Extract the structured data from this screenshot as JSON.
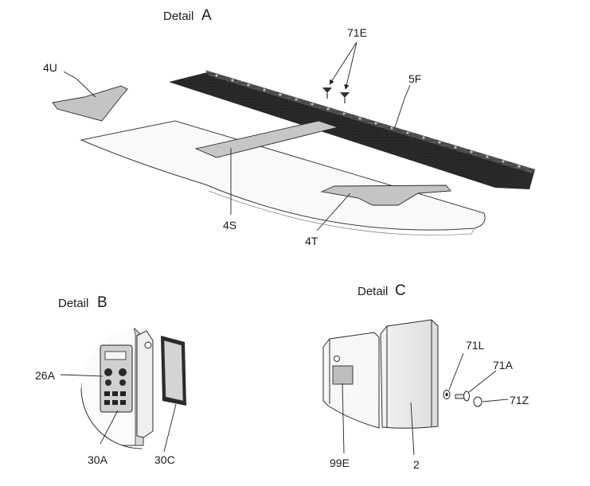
{
  "details": [
    {
      "word": "Detail",
      "letter": "A"
    },
    {
      "word": "Detail",
      "letter": "B"
    },
    {
      "word": "Detail",
      "letter": "C"
    }
  ],
  "callouts": {
    "c71E": "71E",
    "c4U": "4U",
    "c5F": "5F",
    "c4S": "4S",
    "c4T": "4T",
    "c26A": "26A",
    "c30A": "30A",
    "c30C": "30C",
    "c71L": "71L",
    "c71A": "71A",
    "c71Z": "71Z",
    "c99E": "99E",
    "c2": "2"
  }
}
